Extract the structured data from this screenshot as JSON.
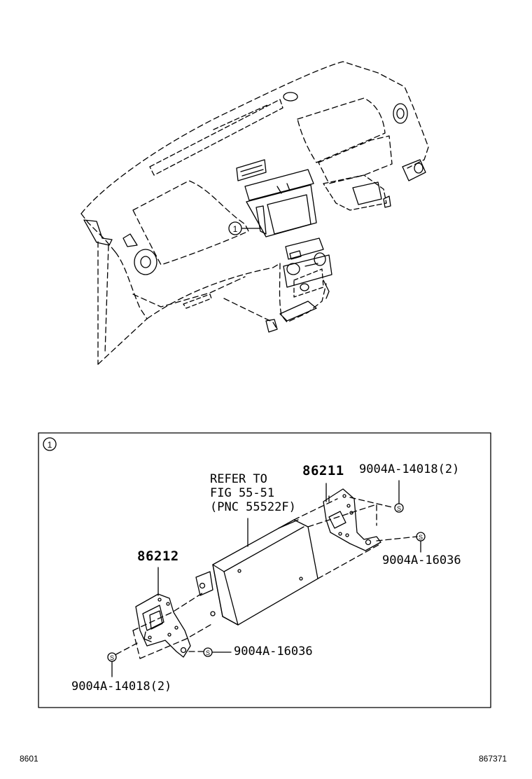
{
  "callouts": {
    "overview_ref": "1",
    "detail_ref": "1"
  },
  "labels": {
    "refer_line1": "REFER TO",
    "refer_line2": "FIG 55-51",
    "refer_line3": "(PNC 55522F)",
    "part_86211": "86211",
    "part_86212": "86212",
    "screw_upper_right": "9004A-14018(2)",
    "screw_right": "9004A-16036",
    "screw_lower_center": "9004A-16036",
    "screw_lower_left": "9004A-14018(2)",
    "screw_symbol": "S"
  },
  "footer": {
    "left": "8601",
    "right": "867371"
  }
}
